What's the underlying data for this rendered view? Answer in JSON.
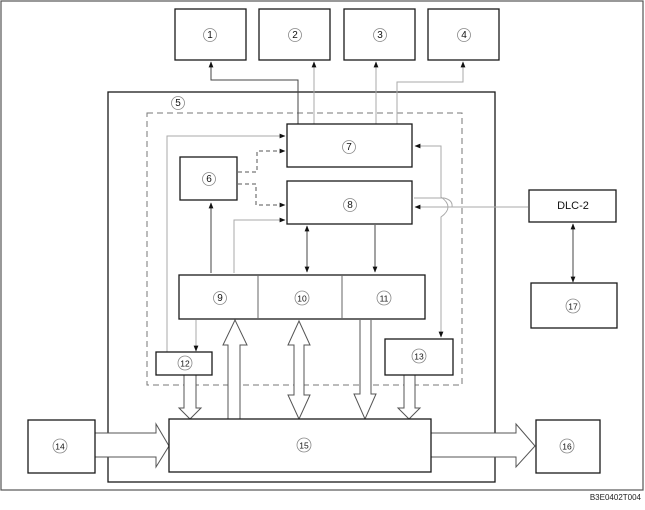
{
  "diagram": {
    "title_code": "B3E0402T004",
    "blocks": [
      {
        "id": "b1",
        "label": "1"
      },
      {
        "id": "b2",
        "label": "2"
      },
      {
        "id": "b3",
        "label": "3"
      },
      {
        "id": "b4",
        "label": "4"
      },
      {
        "id": "b5",
        "label": "5"
      },
      {
        "id": "b6",
        "label": "6"
      },
      {
        "id": "b7",
        "label": "7"
      },
      {
        "id": "b8",
        "label": "8"
      },
      {
        "id": "b9",
        "label": "9"
      },
      {
        "id": "b10",
        "label": "10"
      },
      {
        "id": "b11",
        "label": "11"
      },
      {
        "id": "b12",
        "label": "12"
      },
      {
        "id": "b13",
        "label": "13"
      },
      {
        "id": "b14",
        "label": "14"
      },
      {
        "id": "b15",
        "label": "15"
      },
      {
        "id": "b16",
        "label": "16"
      },
      {
        "id": "b17",
        "label": "17"
      }
    ],
    "dlc": {
      "label": "DLC-2"
    },
    "connections": [
      {
        "from": "7",
        "to": "1",
        "style": "solid"
      },
      {
        "from": "7",
        "to": "2",
        "style": "solid-light"
      },
      {
        "from": "7",
        "to": "3",
        "style": "solid-light"
      },
      {
        "from": "7",
        "to": "4",
        "style": "solid-light"
      },
      {
        "from": "6",
        "to": "7",
        "style": "dashed"
      },
      {
        "from": "6",
        "to": "8",
        "style": "dashed"
      },
      {
        "from": "12",
        "to": "7",
        "style": "solid-light"
      },
      {
        "from": "9",
        "to": "6",
        "style": "solid"
      },
      {
        "from": "9",
        "to": "8",
        "style": "solid-light"
      },
      {
        "from": "8",
        "to": "10",
        "style": "bidirectional"
      },
      {
        "from": "8",
        "to": "11",
        "style": "solid"
      },
      {
        "from": "DLC-2",
        "to": "8",
        "style": "solid-light"
      },
      {
        "from": "DLC-2",
        "to": "17",
        "style": "bidirectional"
      },
      {
        "from": "13",
        "to": "7",
        "style": "solid"
      },
      {
        "from": "9",
        "to": "12",
        "style": "solid"
      },
      {
        "from": "12",
        "to": "15",
        "style": "bus"
      },
      {
        "from": "15",
        "to": "9",
        "style": "bus"
      },
      {
        "from": "10",
        "to": "15",
        "style": "bus-bidirectional"
      },
      {
        "from": "11",
        "to": "15",
        "style": "bus"
      },
      {
        "from": "13",
        "to": "15",
        "style": "bus"
      },
      {
        "from": "14",
        "to": "15",
        "style": "bus"
      },
      {
        "from": "15",
        "to": "16",
        "style": "bus"
      }
    ]
  }
}
